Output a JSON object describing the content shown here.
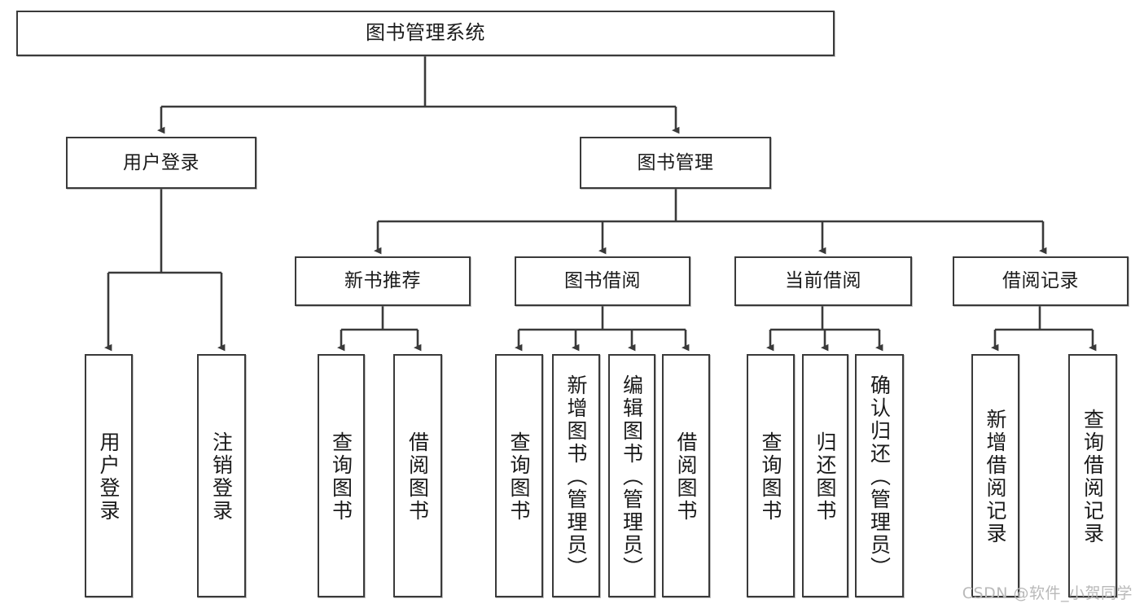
{
  "diagram": {
    "type": "tree",
    "title": "图书管理系统",
    "stroke_color": "#3a3a3a",
    "background_color": "#ffffff",
    "text_color": "#1a1a1a",
    "levels": {
      "level1": [
        "图书管理系统"
      ],
      "level2": [
        "用户登录",
        "图书管理"
      ],
      "level3": [
        "新书推荐",
        "图书借阅",
        "当前借阅",
        "借阅记录"
      ],
      "level4": [
        "用户登录",
        "注销登录",
        "查询图书",
        "借阅图书",
        "查询图书",
        "新增图书（管理员）",
        "编辑图书（管理员）",
        "借阅图书",
        "查询图书",
        "归还图书",
        "确认归还（管理员）",
        "新增借阅记录",
        "查询借阅记录"
      ]
    },
    "nodes": {
      "root": {
        "label": "图书管理系统"
      },
      "user_login": {
        "label": "用户登录"
      },
      "book_manage": {
        "label": "图书管理"
      },
      "new_book_rec": {
        "label": "新书推荐"
      },
      "book_borrow": {
        "label": "图书借阅"
      },
      "current_borrow": {
        "label": "当前借阅"
      },
      "borrow_record": {
        "label": "借阅记录"
      },
      "leaf_user_login": {
        "label": "用户登录"
      },
      "leaf_logout": {
        "label": "注销登录"
      },
      "leaf_query_book_a": {
        "label": "查询图书"
      },
      "leaf_borrow_book_a": {
        "label": "借阅图书"
      },
      "leaf_query_book_b": {
        "label": "查询图书"
      },
      "leaf_add_book_admin": {
        "label": "新增图书（管理员）"
      },
      "leaf_edit_book_admin": {
        "label": "编辑图书（管理员）"
      },
      "leaf_borrow_book_b": {
        "label": "借阅图书"
      },
      "leaf_query_book_c": {
        "label": "查询图书"
      },
      "leaf_return_book": {
        "label": "归还图书"
      },
      "leaf_confirm_return_admin": {
        "label": "确认归还（管理员）"
      },
      "leaf_add_borrow_record": {
        "label": "新增借阅记录"
      },
      "leaf_query_borrow_record": {
        "label": "查询借阅记录"
      }
    },
    "edges": [
      {
        "from": "root",
        "to": "user_login"
      },
      {
        "from": "root",
        "to": "book_manage"
      },
      {
        "from": "user_login",
        "to": "leaf_user_login"
      },
      {
        "from": "user_login",
        "to": "leaf_logout"
      },
      {
        "from": "book_manage",
        "to": "new_book_rec"
      },
      {
        "from": "book_manage",
        "to": "book_borrow"
      },
      {
        "from": "book_manage",
        "to": "current_borrow"
      },
      {
        "from": "book_manage",
        "to": "borrow_record"
      },
      {
        "from": "new_book_rec",
        "to": "leaf_query_book_a"
      },
      {
        "from": "new_book_rec",
        "to": "leaf_borrow_book_a"
      },
      {
        "from": "book_borrow",
        "to": "leaf_query_book_b"
      },
      {
        "from": "book_borrow",
        "to": "leaf_add_book_admin"
      },
      {
        "from": "book_borrow",
        "to": "leaf_edit_book_admin"
      },
      {
        "from": "book_borrow",
        "to": "leaf_borrow_book_b"
      },
      {
        "from": "current_borrow",
        "to": "leaf_query_book_c"
      },
      {
        "from": "current_borrow",
        "to": "leaf_return_book"
      },
      {
        "from": "current_borrow",
        "to": "leaf_confirm_return_admin"
      },
      {
        "from": "borrow_record",
        "to": "leaf_add_borrow_record"
      },
      {
        "from": "borrow_record",
        "to": "leaf_query_borrow_record"
      }
    ]
  },
  "watermark": {
    "text": "CSDN @软件_小贺同学"
  }
}
